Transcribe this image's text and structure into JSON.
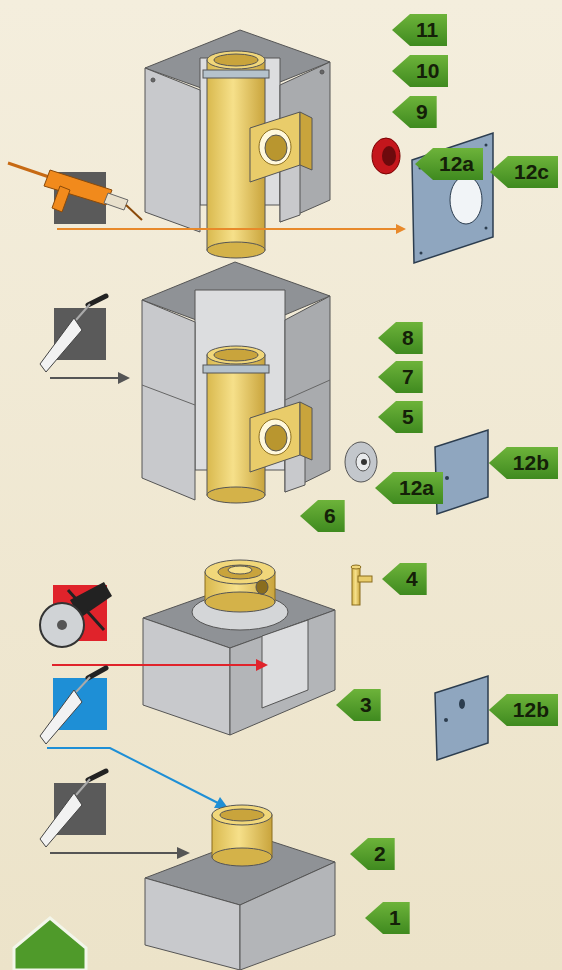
{
  "diagram": {
    "labels": [
      "11",
      "10",
      "9",
      "12a",
      "12c",
      "8",
      "7",
      "5",
      "12a",
      "12b",
      "6",
      "4",
      "3",
      "12b",
      "2",
      "1"
    ]
  }
}
